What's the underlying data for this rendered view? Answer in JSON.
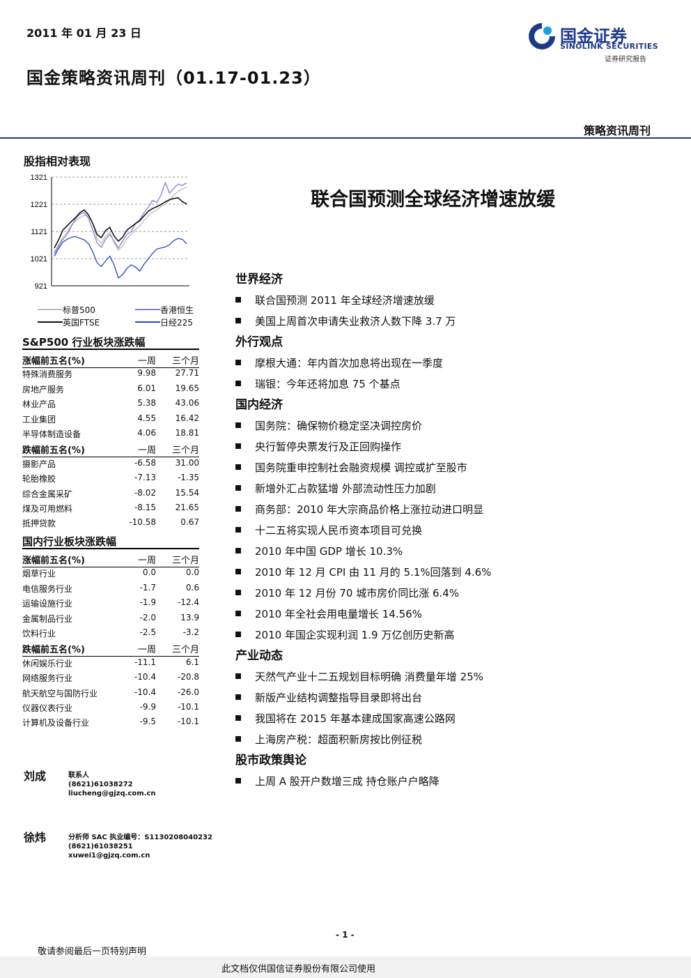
{
  "header": {
    "date": "2011 年 01 月 23 日",
    "title": "国金策略资讯周刊（01.17-01.23）",
    "section_tag": "策略资讯周刊",
    "logo": {
      "cn": "国金证券",
      "en": "SINOLINK SECURITIES",
      "sub": "证券研究报告",
      "color": "#1d3a8a"
    }
  },
  "chart_panel": {
    "heading": "股指相对表现",
    "chart_data": {
      "type": "line",
      "yticks": [
        "1321",
        "1221",
        "1121",
        "1021",
        "921"
      ],
      "ylim": [
        921,
        1321
      ],
      "grid": true,
      "legend_placement": "bottom",
      "series": [
        {
          "name": "标普500",
          "color": "#bbbbbb",
          "values": [
            1045,
            1072,
            1100,
            1118,
            1145,
            1160,
            1172,
            1180,
            1178,
            1150,
            1095,
            1078,
            1102,
            1118,
            1080,
            1052,
            1068,
            1095,
            1110,
            1128,
            1140,
            1162,
            1178,
            1192,
            1200,
            1212,
            1222,
            1236,
            1255,
            1268,
            1276,
            1285
          ]
        },
        {
          "name": "香港恒生",
          "color": "#8080e0",
          "values": [
            1040,
            1066,
            1092,
            1110,
            1140,
            1168,
            1185,
            1190,
            1170,
            1125,
            1080,
            1062,
            1092,
            1110,
            1086,
            1060,
            1085,
            1110,
            1120,
            1150,
            1165,
            1190,
            1210,
            1235,
            1228,
            1255,
            1300,
            1262,
            1280,
            1295,
            1290,
            1300
          ]
        },
        {
          "name": "英国FTSE",
          "color": "#111111",
          "values": [
            1060,
            1090,
            1126,
            1142,
            1158,
            1172,
            1190,
            1200,
            1182,
            1150,
            1110,
            1098,
            1124,
            1136,
            1104,
            1085,
            1100,
            1126,
            1138,
            1150,
            1160,
            1178,
            1195,
            1205,
            1212,
            1220,
            1230,
            1238,
            1242,
            1245,
            1230,
            1222
          ]
        },
        {
          "name": "日经225",
          "color": "#2244cc",
          "values": [
            1030,
            1058,
            1082,
            1092,
            1100,
            1102,
            1096,
            1090,
            1076,
            1046,
            1006,
            992,
            1012,
            1030,
            998,
            950,
            962,
            985,
            998,
            990,
            975,
            1000,
            1020,
            1040,
            1056,
            1060,
            1064,
            1072,
            1088,
            1095,
            1092,
            1075
          ]
        }
      ]
    }
  },
  "sp500_table": {
    "heading": "S&P500 行业板块涨跌幅",
    "rows": [
      {
        "name": "涨幅前五名(%)",
        "week": "一周",
        "quarter": "三个月",
        "header": true
      },
      {
        "name": "特殊消费服务",
        "week": "9.98",
        "quarter": "27.71"
      },
      {
        "name": "房地产服务",
        "week": "6.01",
        "quarter": "19.65"
      },
      {
        "name": "林业产品",
        "week": "5.38",
        "quarter": "43.06"
      },
      {
        "name": "工业集团",
        "week": "4.55",
        "quarter": "16.42"
      },
      {
        "name": "半导体制造设备",
        "week": "4.06",
        "quarter": "18.81"
      },
      {
        "name": "跌幅前五名(%)",
        "week": "一周",
        "quarter": "三个月",
        "header": true
      },
      {
        "name": "摄影产品",
        "week": "-6.58",
        "quarter": "31.00"
      },
      {
        "name": "轮胎橡胶",
        "week": "-7.13",
        "quarter": "-1.35"
      },
      {
        "name": "综合金属采矿",
        "week": "-8.02",
        "quarter": "15.54"
      },
      {
        "name": "煤及可用燃料",
        "week": "-8.15",
        "quarter": "21.65"
      },
      {
        "name": "抵押贷款",
        "week": "-10.58",
        "quarter": "0.67"
      }
    ]
  },
  "domestic_table": {
    "heading": "国内行业板块涨跌幅",
    "rows": [
      {
        "name": "涨幅前五名(%)",
        "week": "一周",
        "quarter": "三个月",
        "header": true
      },
      {
        "name": "烟草行业",
        "week": "0.0",
        "quarter": "0.0"
      },
      {
        "name": "电信服务行业",
        "week": "-1.7",
        "quarter": "0.6"
      },
      {
        "name": "运输设施行业",
        "week": "-1.9",
        "quarter": "-12.4"
      },
      {
        "name": "金属制品行业",
        "week": "-2.0",
        "quarter": "13.9"
      },
      {
        "name": "饮料行业",
        "week": "-2.5",
        "quarter": "-3.2"
      },
      {
        "name": "跌幅前五名(%)",
        "week": "一周",
        "quarter": "三个月",
        "header": true
      },
      {
        "name": "休闲娱乐行业",
        "week": "-11.1",
        "quarter": "6.1"
      },
      {
        "name": "网络服务行业",
        "week": "-10.4",
        "quarter": "-20.8"
      },
      {
        "name": "航天航空与国防行业",
        "week": "-10.4",
        "quarter": "-26.0"
      },
      {
        "name": "仪器仪表行业",
        "week": "-9.9",
        "quarter": "-10.1"
      },
      {
        "name": "计算机及设备行业",
        "week": "-9.5",
        "quarter": "-10.1"
      }
    ]
  },
  "authors": [
    {
      "name": "刘成",
      "lines": [
        "联系人",
        "(8621)61038272",
        "liucheng@gjzq.com.cn"
      ]
    },
    {
      "name": "徐炜",
      "lines": [
        "分析师 SAC 执业编号：S1130208040232",
        "(8621)61038251",
        "xuwei1@gjzq.com.cn"
      ]
    }
  ],
  "main": {
    "title": "联合国预测全球经济增速放缓",
    "sections": [
      {
        "title": "世界经济",
        "items": [
          "联合国预测 2011 年全球经济增速放缓",
          "美国上周首次申请失业救济人数下降 3.7 万"
        ]
      },
      {
        "title": "外行观点",
        "items": [
          "摩根大通：年内首次加息将出现在一季度",
          "瑞银：今年还将加息 75 个基点"
        ]
      },
      {
        "title": "国内经济",
        "items": [
          "国务院：确保物价稳定坚决调控房价",
          "央行暂停央票发行及正回购操作",
          "国务院重申控制社会融资规模 调控或扩至股市",
          "新增外汇占款猛增 外部流动性压力加剧",
          "商务部：2010 年大宗商品价格上涨拉动进口明显",
          "十二五将实现人民币资本项目可兑换",
          "2010 年中国 GDP 增长 10.3%",
          "2010 年 12 月 CPI 由 11 月的 5.1%回落到 4.6%",
          "2010 年 12 月份 70 城市房价同比涨 6.4%",
          "2010 年全社会用电量增长 14.56%",
          "2010 年国企实现利润 1.9 万亿创历史新高"
        ]
      },
      {
        "title": "产业动态",
        "items": [
          "天然气产业十二五规划目标明确 消费量年增 25%",
          "新版产业结构调整指导目录即将出台",
          "我国将在 2015 年基本建成国家高速公路网",
          "上海房产税：超面积新房按比例征税"
        ]
      },
      {
        "title": "股市政策舆论",
        "items": [
          "上周 A 股开户数增三成 持仓账户户略降"
        ]
      }
    ]
  },
  "footer": {
    "page": "- 1 -",
    "note": "敬请参阅最后一页特别声明",
    "usage": "此文档仅供国信证券股份有限公司使用"
  }
}
